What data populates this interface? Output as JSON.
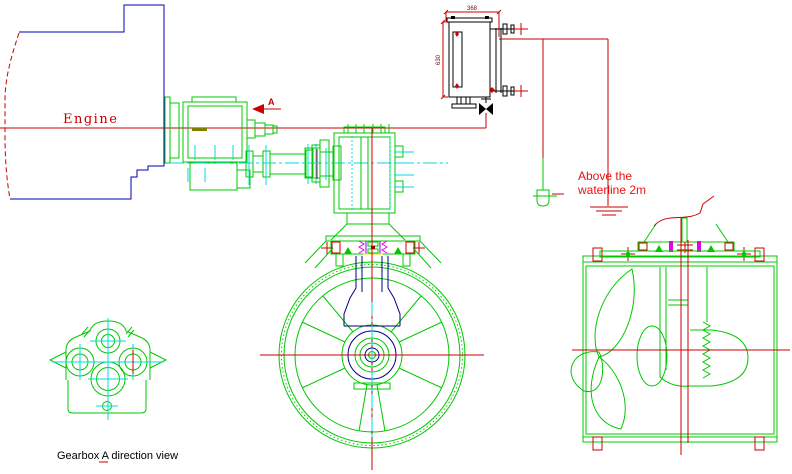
{
  "colors": {
    "background": "#ffffff",
    "green": "#00c800",
    "blue": "#0000b4",
    "navy": "#000080",
    "red": "#cc0000",
    "note_red": "#e81313",
    "dark_red": "#c00000",
    "maroon": "#800000",
    "cyan": "#00dcdc",
    "magenta": "#e800e8",
    "purple": "#7d00e8",
    "yellow": "#e8e800",
    "olive": "#808000",
    "black": "#000000"
  },
  "labels": {
    "engine": "Engine",
    "section_letter": "A",
    "note_line1": "Above the",
    "note_line2": "waterline 2m",
    "caption": "Gearbox A direction view",
    "dim_horizontal": "368",
    "dim_vertical": "630"
  }
}
